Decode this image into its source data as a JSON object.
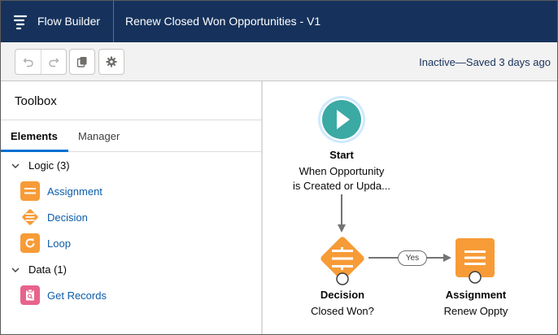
{
  "header": {
    "app_name": "Flow Builder",
    "flow_title": "Renew Closed Won Opportunities - V1"
  },
  "toolbar": {
    "undo_icon": "undo-icon",
    "redo_icon": "redo-icon",
    "copy_icon": "copy-icon",
    "settings_icon": "gear-icon",
    "status": "Inactive—Saved 3 days ago"
  },
  "toolbox": {
    "title": "Toolbox",
    "tabs": [
      {
        "label": "Elements",
        "active": true
      },
      {
        "label": "Manager",
        "active": false
      }
    ],
    "sections": [
      {
        "label": "Logic (3)",
        "items": [
          {
            "label": "Assignment",
            "color": "#f79b37",
            "icon": "assignment-icon"
          },
          {
            "label": "Decision",
            "color": "#f79b37",
            "icon": "decision-icon"
          },
          {
            "label": "Loop",
            "color": "#f79b37",
            "icon": "loop-icon"
          }
        ]
      },
      {
        "label": "Data (1)",
        "items": [
          {
            "label": "Get Records",
            "color": "#e8638c",
            "icon": "get-records-icon"
          }
        ]
      }
    ]
  },
  "canvas": {
    "start": {
      "title": "Start",
      "line1": "When Opportunity",
      "line2": "is Created or Upda...",
      "color": "#3ba9a4"
    },
    "decision": {
      "title": "Decision",
      "subtitle": "Closed Won?",
      "color": "#f79b37"
    },
    "connector_label": "Yes",
    "assignment": {
      "title": "Assignment",
      "subtitle": "Renew Oppty",
      "color": "#f79b37"
    }
  },
  "colors": {
    "header_bg": "#16325c",
    "link": "#0b5cab",
    "active_tab": "#0070d2"
  }
}
